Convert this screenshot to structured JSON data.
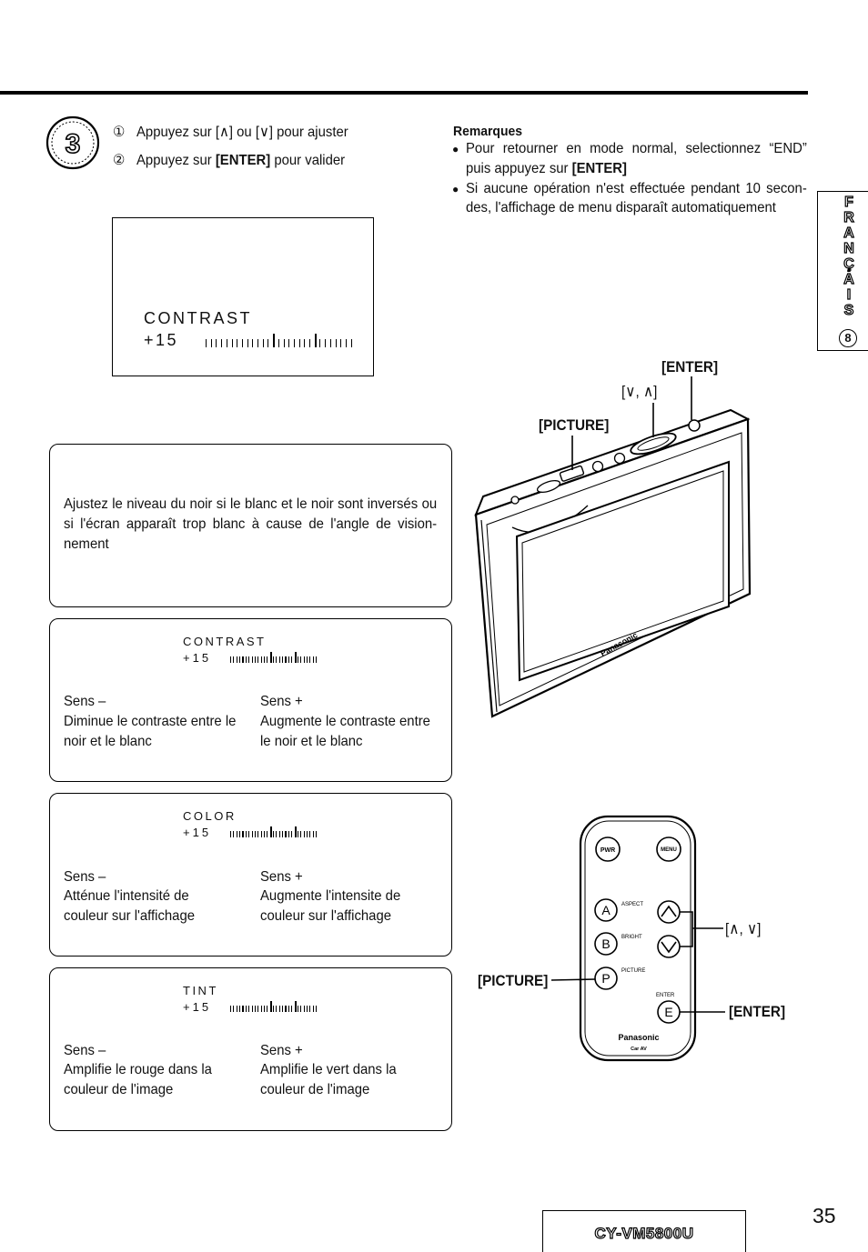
{
  "step": {
    "number": "3",
    "item1": {
      "marker": "①",
      "text": "Appuyez sur [∧] ou [∨] pour ajuster"
    },
    "item2": {
      "marker": "②",
      "pre": "Appuyez sur ",
      "key": "[ENTER]",
      "post": " pour valider"
    }
  },
  "screen_preview": {
    "label": "CONTRAST",
    "value": "+15"
  },
  "remarks": {
    "title": "Remarques",
    "bullet": "●",
    "items": [
      {
        "line1": "Pour retourner en mode normal, selectionnez “END”",
        "line2_pre": "puis appuyez sur ",
        "line2_key": "[ENTER]"
      },
      {
        "line1": "Si aucune opération n'est effectuée pendant 10 secon-",
        "line2": "des, l'affichage de menu disparaît automatiquement"
      }
    ]
  },
  "language_tab": {
    "letters": [
      "F",
      "R",
      "A",
      "N",
      "Ç",
      "A",
      "I",
      "S"
    ],
    "section": "8"
  },
  "monitor": {
    "brand": "Panasonic",
    "labels": {
      "enter": "[ENTER]",
      "arrows": "[∨, ∧]",
      "picture": "[PICTURE]"
    }
  },
  "intro_box": {
    "lines": [
      "Ajustez le niveau du noir si le blanc et le noir sont inversés ou",
      "si l'écran apparaît trop blanc à cause de l'angle de vision-",
      "nement"
    ]
  },
  "adjust_boxes": [
    {
      "label": "CONTRAST",
      "value": "+15",
      "minus": {
        "title": "Sens –",
        "lines": [
          "Diminue le contraste entre le",
          "noir et le blanc"
        ]
      },
      "plus": {
        "title": "Sens +",
        "lines": [
          "Augmente le contraste entre",
          "le noir et le blanc"
        ]
      }
    },
    {
      "label": "COLOR",
      "value": "+15",
      "minus": {
        "title": "Sens –",
        "lines": [
          "Atténue l'intensité de",
          "couleur sur l'affichage"
        ]
      },
      "plus": {
        "title": "Sens +",
        "lines": [
          "Augmente l'intensite de",
          "couleur sur l'affichage"
        ]
      }
    },
    {
      "label": "TINT",
      "value": "+15",
      "minus": {
        "title": "Sens –",
        "lines": [
          "Amplifie le rouge dans la",
          "couleur de l'image"
        ]
      },
      "plus": {
        "title": "Sens +",
        "lines": [
          "Amplifie le vert dans la",
          "couleur de l'image"
        ]
      }
    }
  ],
  "remote": {
    "brand": "Panasonic",
    "sub_brand": "Car AV",
    "buttons": {
      "pwr": "PWR",
      "menu": "MENU",
      "a": "A",
      "b": "B",
      "p": "P",
      "e": "E"
    },
    "captions": {
      "aspect": "ASPECT",
      "bright": "BRIGHT",
      "picture": "PICTURE",
      "enter": "ENTER"
    },
    "callouts": {
      "arrows": "[∧, ∨]",
      "picture": "[PICTURE]",
      "enter": "[ENTER]"
    }
  },
  "footer": {
    "model": "CY-VM5800U",
    "page_number": "35"
  }
}
